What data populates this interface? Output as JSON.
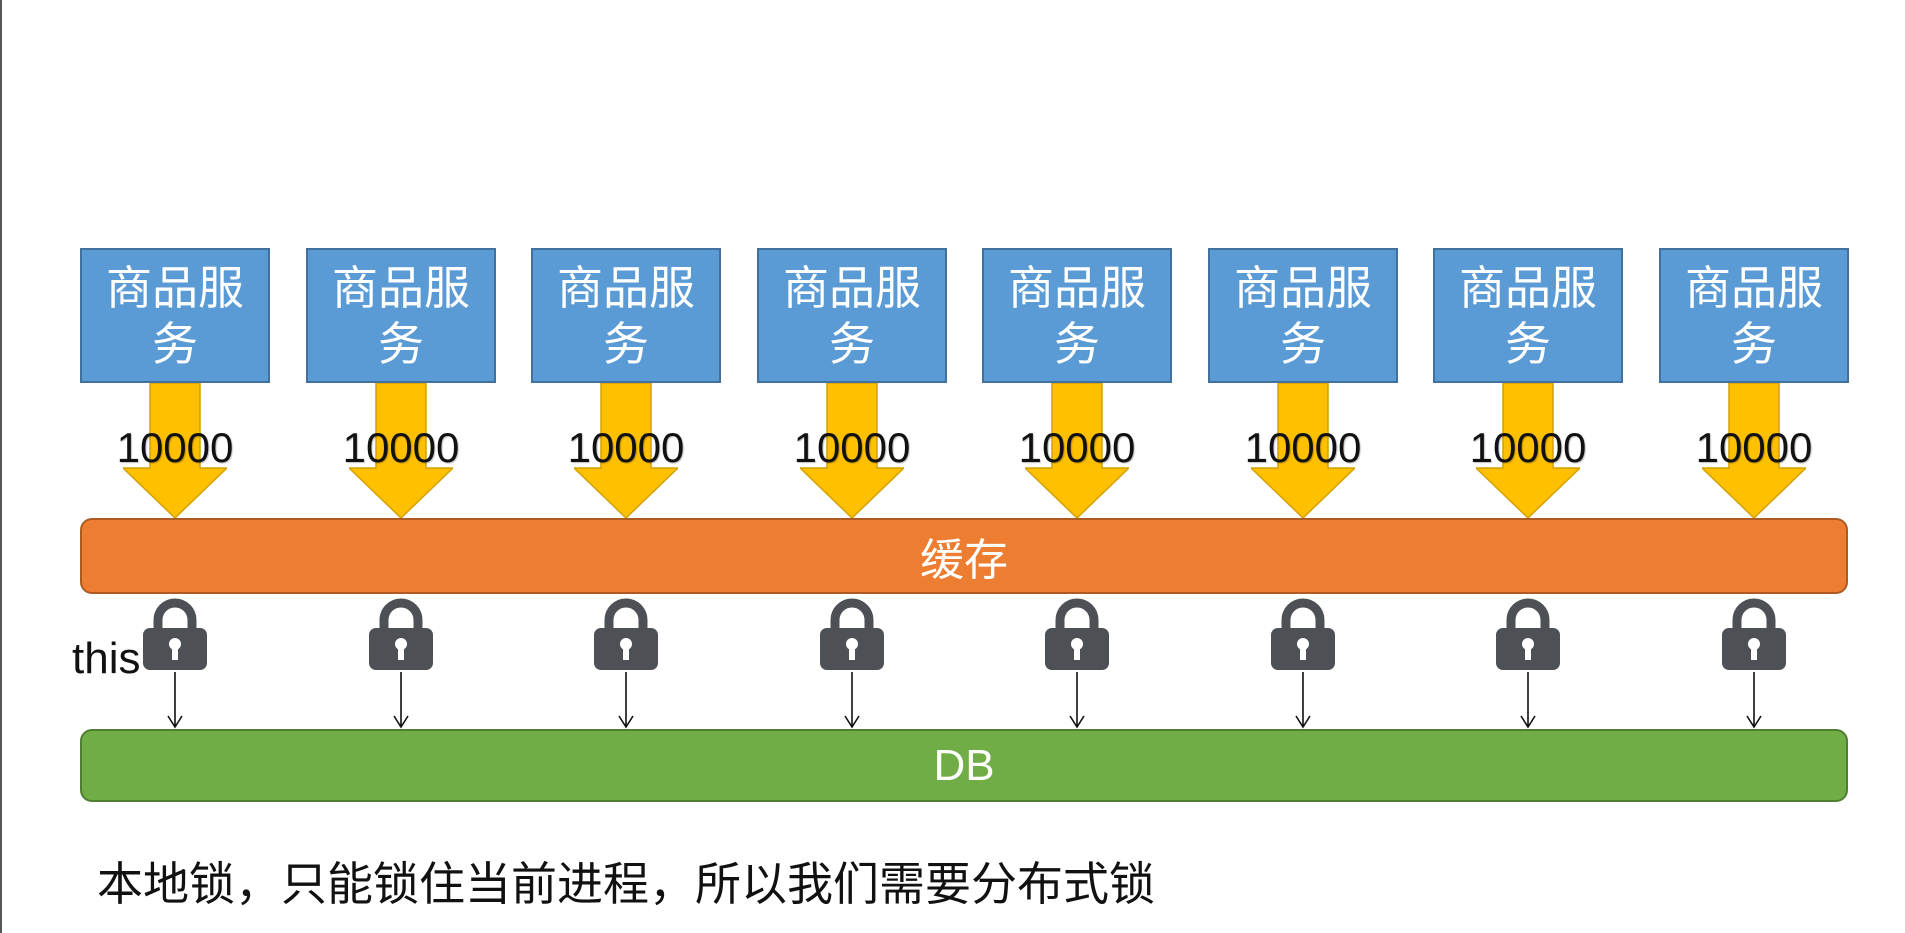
{
  "diagram": {
    "services": [
      {
        "label": "商品服务",
        "count": "10000"
      },
      {
        "label": "商品服务",
        "count": "10000"
      },
      {
        "label": "商品服务",
        "count": "10000"
      },
      {
        "label": "商品服务",
        "count": "10000"
      },
      {
        "label": "商品服务",
        "count": "10000"
      },
      {
        "label": "商品服务",
        "count": "10000"
      },
      {
        "label": "商品服务",
        "count": "10000"
      },
      {
        "label": "商品服务",
        "count": "10000"
      }
    ],
    "cache_label": "缓存",
    "db_label": "DB",
    "lock_label": "this",
    "caption": "本地锁，只能锁住当前进程，所以我们需要分布式锁",
    "icons": {
      "lock": "lock-icon",
      "arrow": "arrow-down-icon"
    },
    "colors": {
      "service": "#5b9bd5",
      "arrow": "#ffc000",
      "cache": "#ed7d31",
      "db": "#70ad47",
      "lock": "#4d5055"
    }
  }
}
